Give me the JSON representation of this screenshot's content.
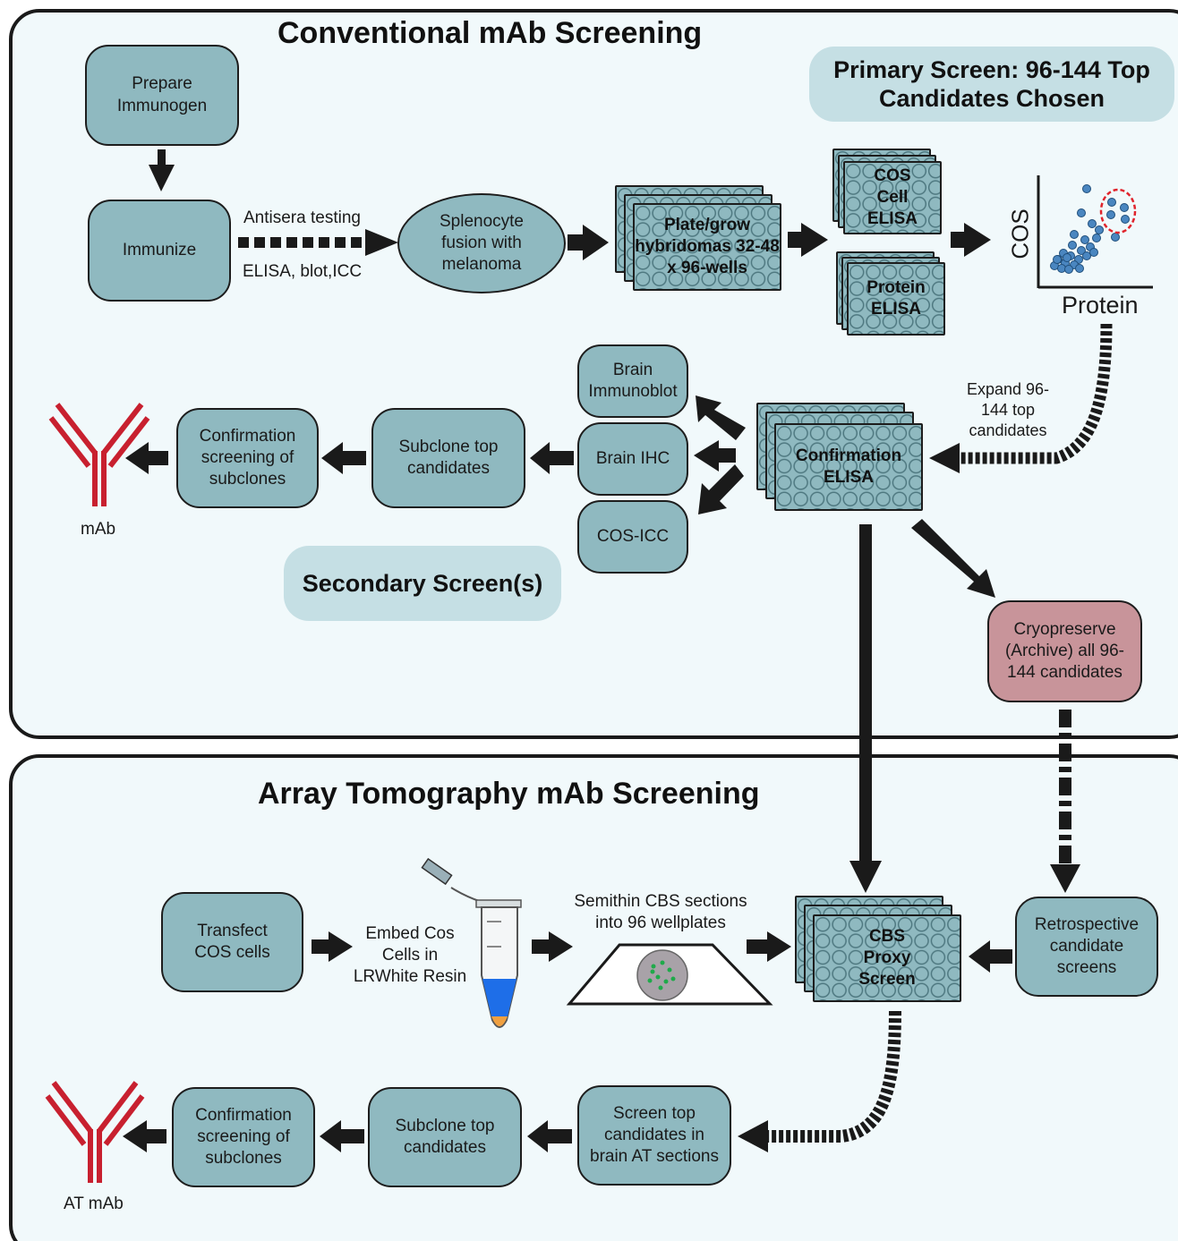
{
  "conventional": {
    "title": "Conventional mAb Screening",
    "primary_callout": "Primary Screen: 96-144 Top Candidates Chosen",
    "secondary_callout": "Secondary Screen(s)",
    "prepare_immunogen": "Prepare Immunogen",
    "immunize": "Immunize",
    "antisera_testing": "Antisera testing",
    "antisera_methods": "ELISA, blot,ICC",
    "splenocyte_fusion": "Splenocyte fusion with melanoma",
    "plate_grow": "Plate/grow hybridomas 32-48 x 96-wells",
    "cos_cell_elisa": "COS Cell ELISA",
    "protein_elisa": "Protein ELISA",
    "scatter_ylabel": "COS",
    "scatter_xlabel": "Protein",
    "expand_label": "Expand 96-144 top candidates",
    "confirmation_elisa": "Confirmation ELISA",
    "brain_immunoblot": "Brain Immunoblot",
    "brain_ihc": "Brain IHC",
    "cos_icc": "COS-ICC",
    "subclone_top": "Subclone top candidates",
    "confirmation_subclones": "Confirmation screening of subclones",
    "mab_label": "mAb",
    "cryopreserve": "Cryopreserve (Archive) all 96-144 candidates"
  },
  "array_tomography": {
    "title": "Array Tomography mAb Screening",
    "transfect_cos": "Transfect COS cells",
    "embed_cos": "Embed Cos Cells in LRWhite Resin",
    "semithin_sections": "Semithin CBS sections into 96 wellplates",
    "cbs_proxy_screen": "CBS Proxy Screen",
    "retrospective_screens": "Retrospective candidate screens",
    "screen_brain_at": "Screen top candidates in brain AT sections",
    "subclone_top": "Subclone top candidates",
    "confirmation_subclones": "Confirmation screening of subclones",
    "at_mab_label": "AT mAb"
  },
  "colors": {
    "node_fill": "#8fb9c0",
    "callout_fill": "#c5dfe4",
    "cryo_fill": "#c8949a",
    "antibody_red": "#c8202f",
    "scatter_dot": "#4a86c0",
    "selection_ring": "#e0242c",
    "resin_blue": "#1e6ee8",
    "tip_orange": "#f0a040",
    "section_dots": "#1faa4a"
  },
  "icons": [
    "antibody-icon",
    "tube-icon",
    "plate-stack-icon",
    "scatter-plot-icon"
  ]
}
